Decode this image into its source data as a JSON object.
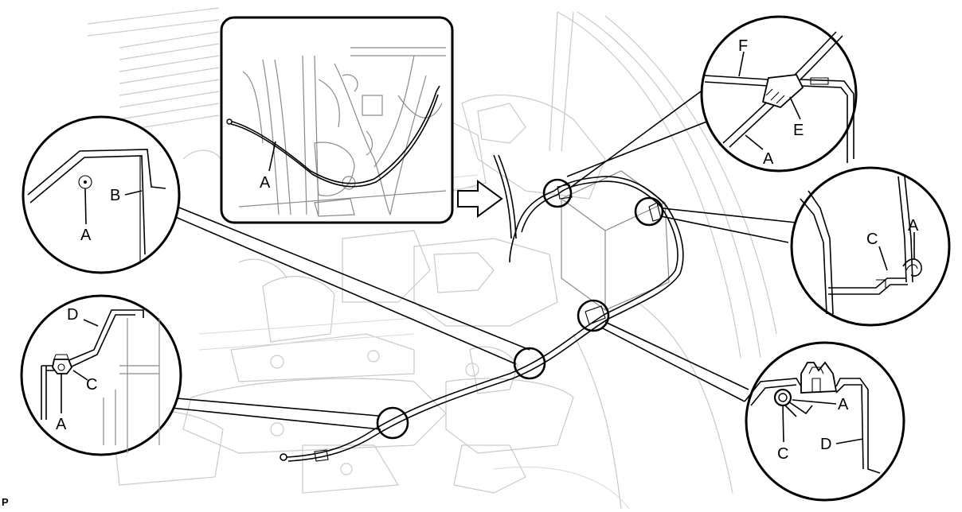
{
  "figure_code": "P",
  "labels": {
    "overview_cable": "A",
    "detail_left_upper_cable": "A",
    "detail_left_upper_bracket": "B",
    "detail_left_lower_bracket": "D",
    "detail_left_lower_clamp": "C",
    "detail_left_lower_cable": "A",
    "detail_top_right_body": "F",
    "detail_top_right_clamp": "E",
    "detail_top_right_cable": "A",
    "detail_mid_right_clamp": "C",
    "detail_mid_right_cable": "A",
    "detail_bottom_right_cable": "A",
    "detail_bottom_right_clamp": "C",
    "detail_bottom_right_bracket": "D"
  }
}
